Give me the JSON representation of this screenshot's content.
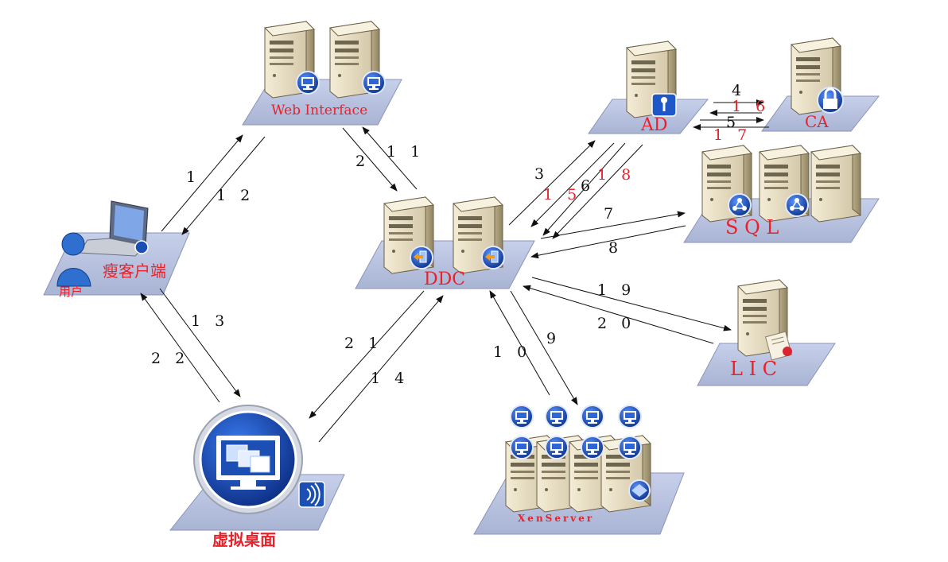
{
  "nodes": {
    "web_interface": {
      "label": "Web Interface"
    },
    "thin_client": {
      "label": "瘦客户端",
      "user_label": "用户"
    },
    "ddc": {
      "label": "DDC"
    },
    "ad": {
      "label": "AD"
    },
    "ca": {
      "label": "CA"
    },
    "sql": {
      "label": "S Q L"
    },
    "lic": {
      "label": "L I C"
    },
    "xenserver": {
      "label": "XenServer"
    },
    "virtual_desktop": {
      "label": "虚拟桌面"
    }
  },
  "steps": {
    "s1": "1",
    "s2": "2",
    "s3": "3",
    "s4": "4",
    "s5": "5",
    "s6": "6",
    "s7": "7",
    "s8": "8",
    "s9": "9",
    "s10": "1 0",
    "s11": "1 1",
    "s12": "1 2",
    "s13": "1 3",
    "s14": "1 4",
    "s15": "1 5",
    "s16": "1 6",
    "s17": "1 7",
    "s18": "1 8",
    "s19": "1 9",
    "s20": "2 0",
    "s21": "2 1",
    "s22": "2 2"
  },
  "colors": {
    "label_red": "#e8222a",
    "platform": "#b9c3de",
    "server": "#e6dcc4",
    "badge": "#1c4fb3"
  }
}
